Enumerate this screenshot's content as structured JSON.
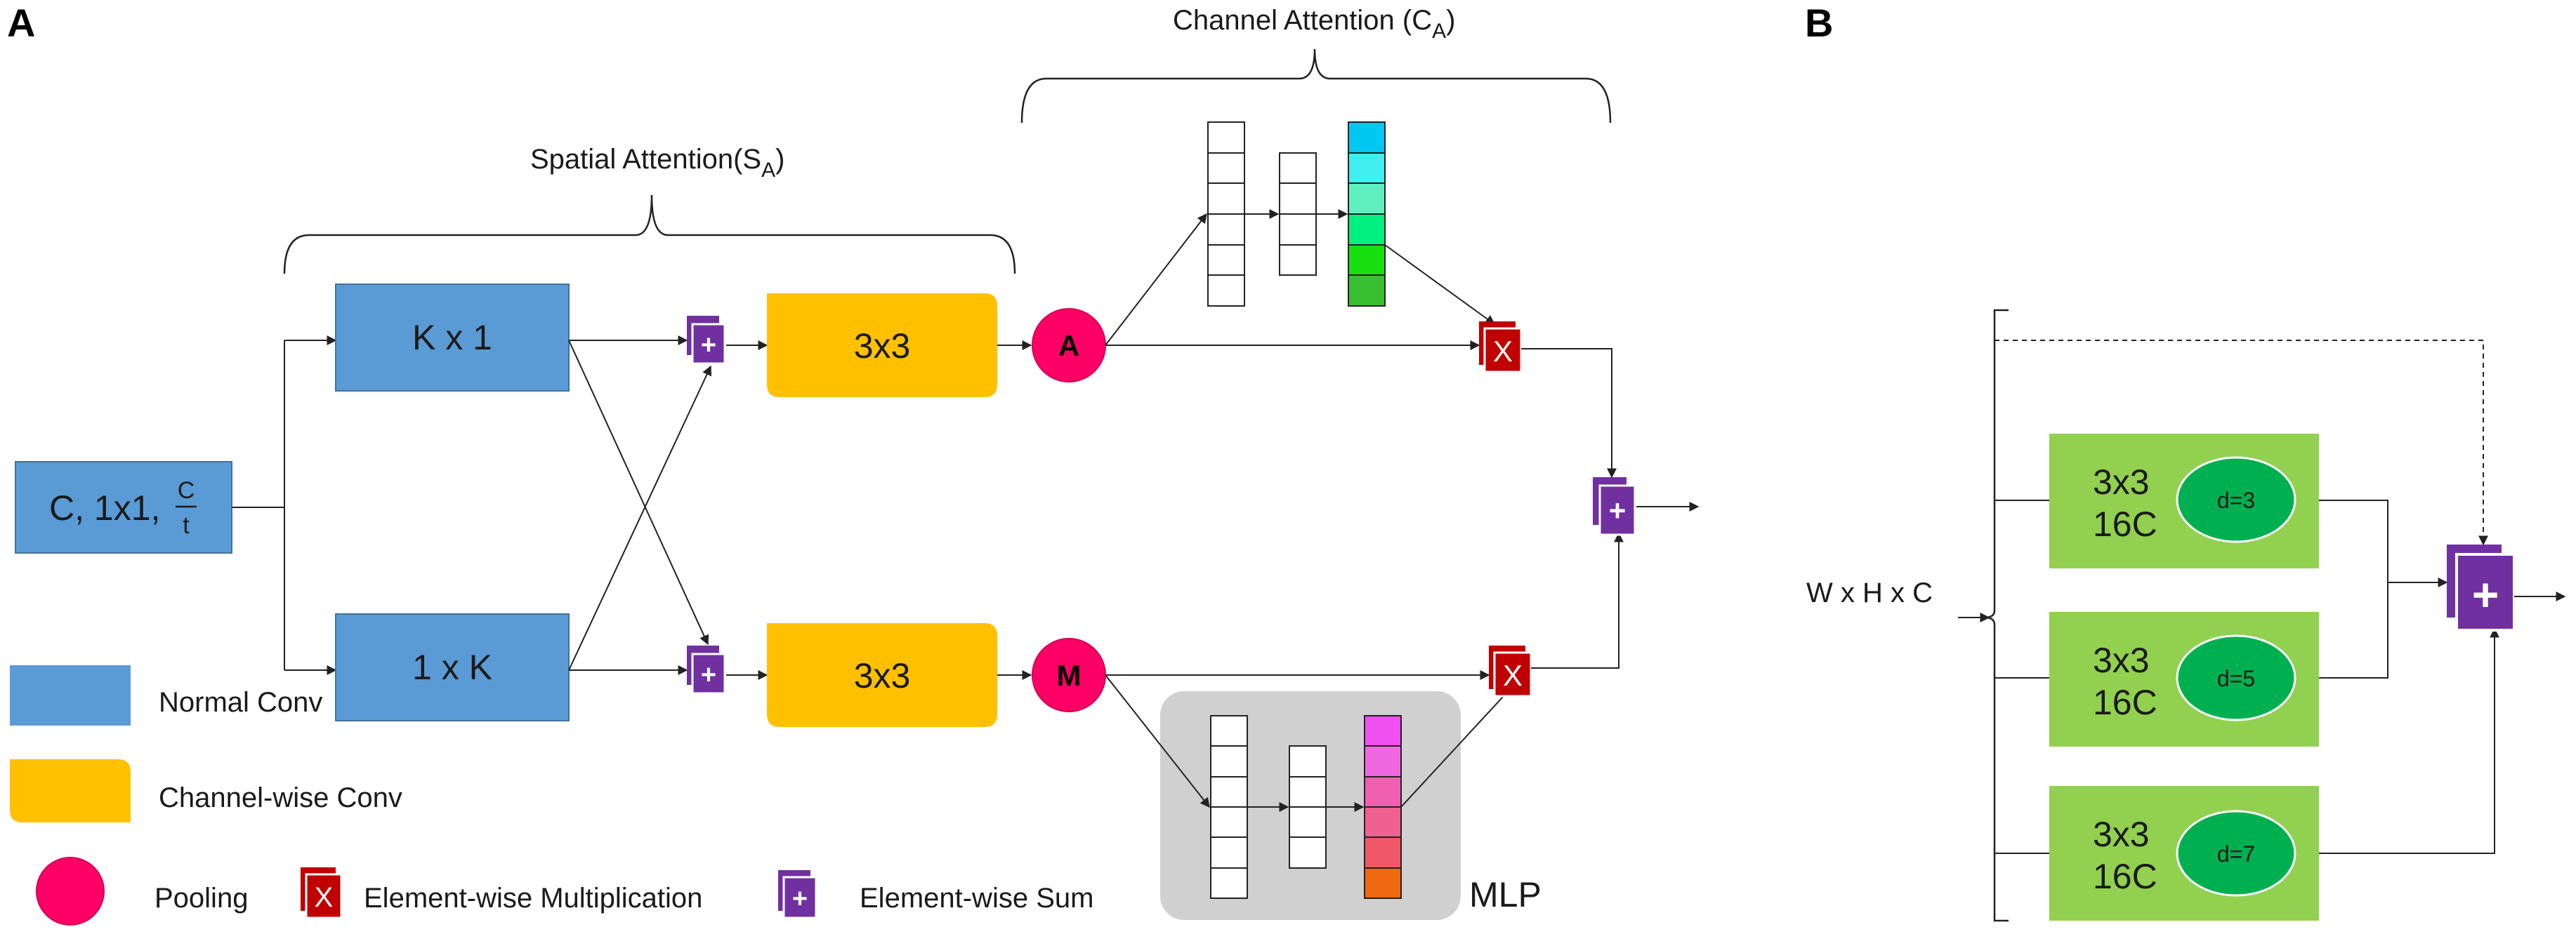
{
  "panels": {
    "a": "A",
    "b": "B"
  },
  "panel_a": {
    "channel_attention_title": "Channel Attention (C",
    "channel_attention_sub": "A",
    "spatial_attention_title": "Spatial Attention(S",
    "spatial_attention_sub": "A",
    "input_box": {
      "label": "C, 1x1,",
      "frac_num": "C",
      "frac_den": "t"
    },
    "conv_k1": "K x 1",
    "conv_1k": "1 x K",
    "cw_conv_top": "3x3",
    "cw_conv_bottom": "3x3",
    "pool_avg": "A",
    "pool_max": "M",
    "mult_symbol": "X",
    "sum_symbol": "+",
    "mlp_label": "MLP",
    "top_mlp_colors": [
      "#00c8f0",
      "#40f0f0",
      "#60f0c0",
      "#00f080",
      "#18e010",
      "#38c030"
    ],
    "bottom_mlp_colors": [
      "#f050f0",
      "#f068e0",
      "#f060b0",
      "#f06090",
      "#f05868",
      "#f06810"
    ]
  },
  "legend": {
    "normal_conv": "Normal Conv",
    "channel_wise_conv": "Channel-wise Conv",
    "pooling": "Pooling",
    "element_wise_multiplication": "Element-wise Multiplication",
    "element_wise_sum": "Element-wise Sum"
  },
  "panel_b": {
    "input_label": "W x H x C",
    "blocks": [
      {
        "line1": "3x3",
        "line2": "16C",
        "dilation": "d=3"
      },
      {
        "line1": "3x3",
        "line2": "16C",
        "dilation": "d=5"
      },
      {
        "line1": "3x3",
        "line2": "16C",
        "dilation": "d=7"
      }
    ]
  },
  "colors": {
    "normal_conv": "#5b9bd5",
    "channel_wise_conv": "#ffc000",
    "pooling": "#ff0066",
    "multiplication": "#c00000",
    "sum": "#7030a0",
    "mlp_background": "#d0d0d0",
    "dilated_block": "#92d050",
    "dilation_ellipse": "#00b050"
  }
}
